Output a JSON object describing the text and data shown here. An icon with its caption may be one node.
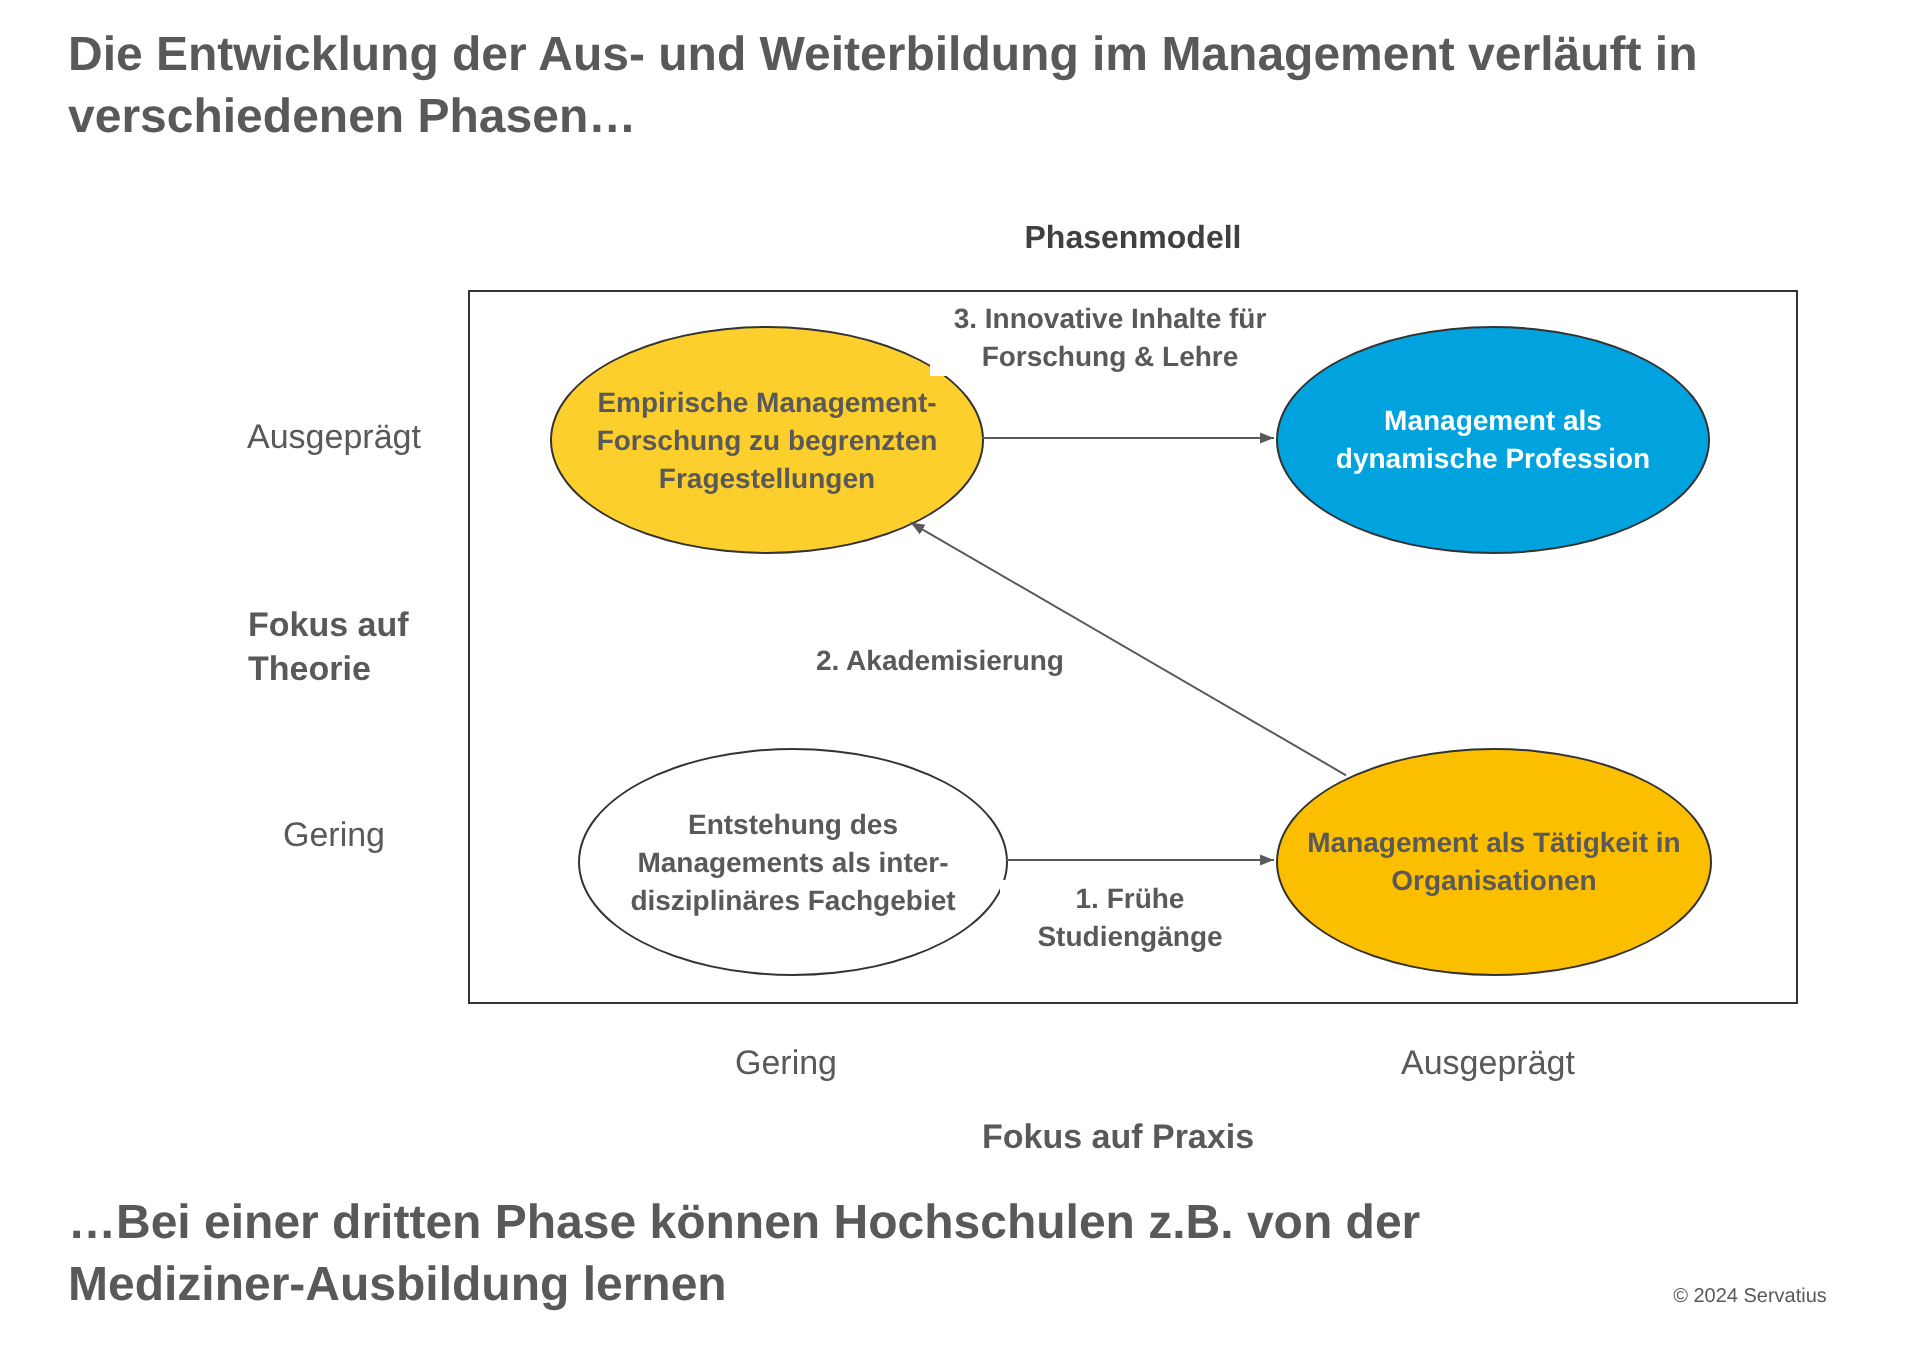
{
  "diagram": {
    "title": "Die Entwicklung der Aus- und Weiterbildung im Management verläuft in verschiedenen Phasen…",
    "caption": "…Bei einer dritten Phase können Hochschulen z.B. von der Mediziner-Ausbildung lernen",
    "nodes": [
      {
        "text": [
          "Phasenmodell"
        ]
      },
      {
        "text": [
          "Empirische Management-Forschung zu begrenzten Fragestellungen"
        ],
        "in": 0
      },
      {
        "text": [
          "Management als dynamische Profession"
        ],
        "in": 0
      },
      {
        "text": [
          "Entstehung des Managements als inter-disziplinäres Fachgebiet"
        ],
        "in": 0
      },
      {
        "text": [
          "Management als Tätigkeit in Organisationen"
        ],
        "in": 0
      }
    ],
    "edges": [
      {
        "from": 1,
        "to": 2,
        "arrow": "to",
        "label": "3. Innovative Inhalte für Forschung & Lehre"
      },
      {
        "from": 4,
        "to": 1,
        "arrow": "to",
        "label": "2. Akademisierung"
      },
      {
        "from": 3,
        "to": 4,
        "arrow": "to",
        "label": "1. Frühe Studiengänge"
      }
    ],
    "labels": [
      "Ausgeprägt",
      "Fokus auf Theorie",
      "Gering",
      "Gering",
      "Ausgeprägt",
      "Fokus auf Praxis",
      "© 2024 Servatius"
    ]
  }
}
